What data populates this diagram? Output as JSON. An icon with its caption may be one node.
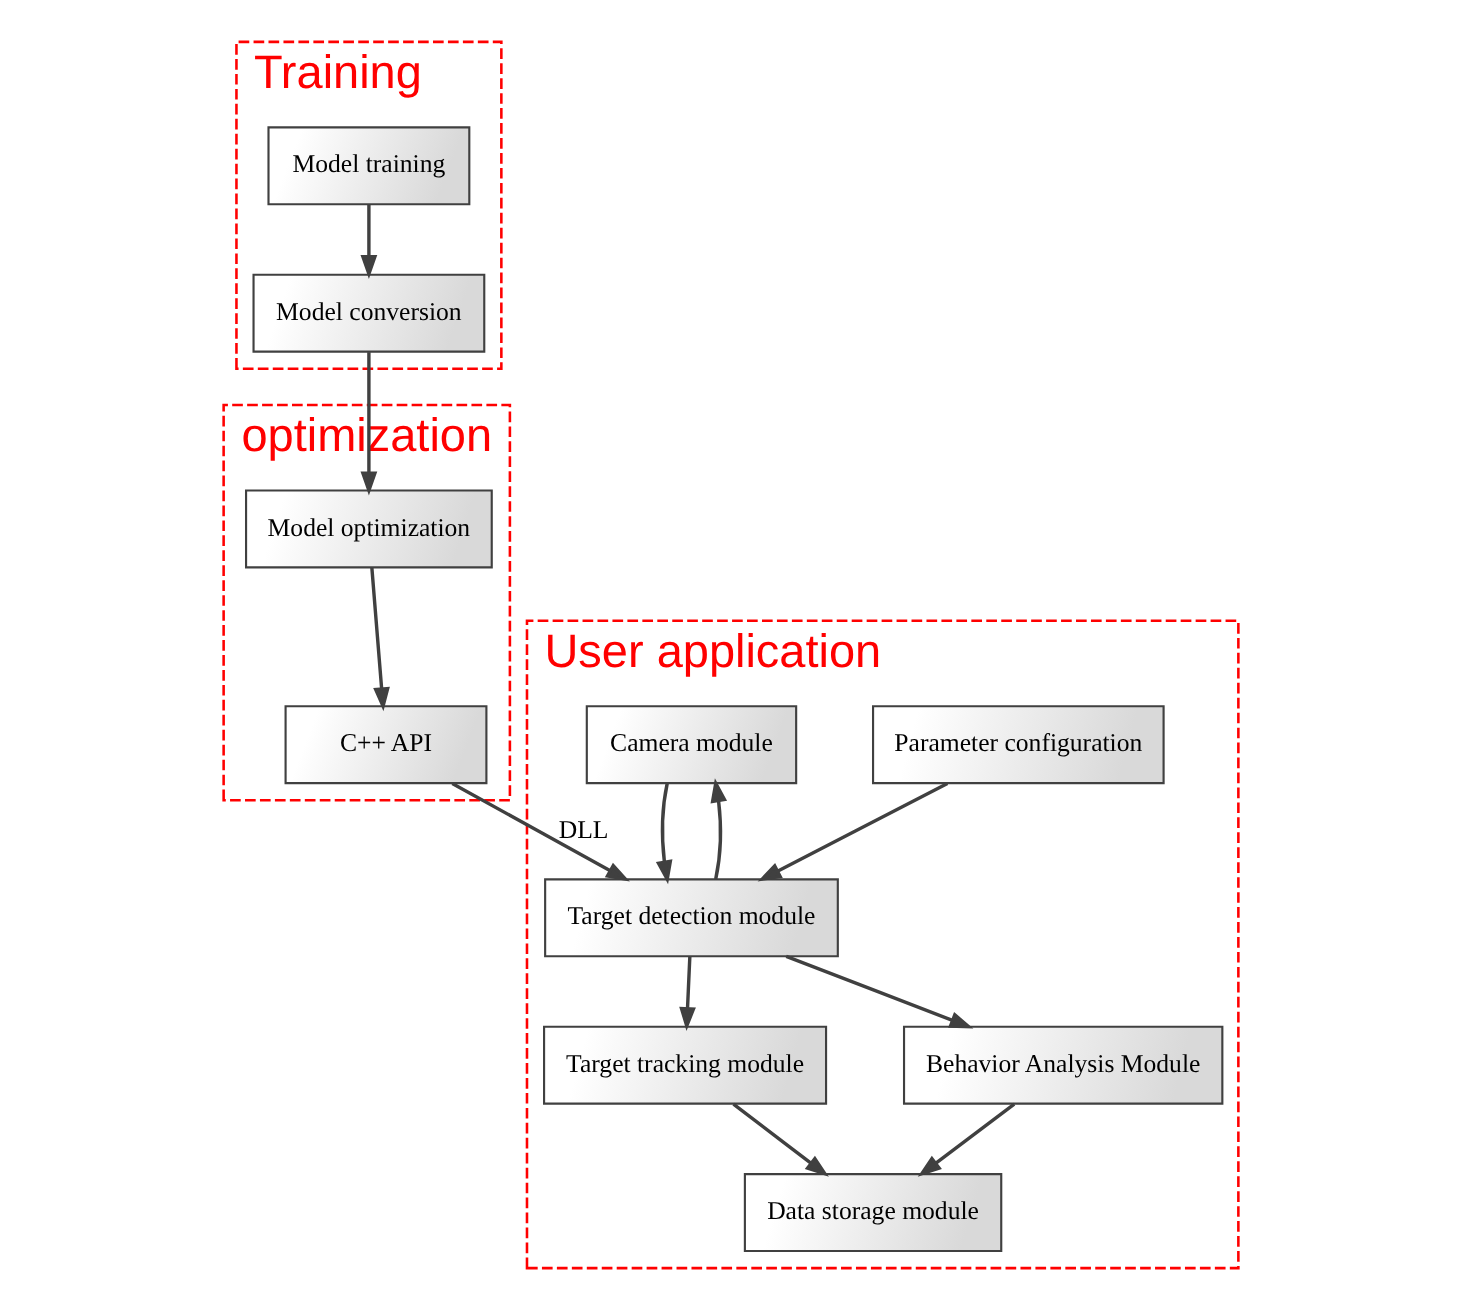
{
  "diagram": {
    "nodes": [
      {
        "text": [
          "Training"
        ]
      },
      {
        "text": [
          "Model training"
        ],
        "in": 0
      },
      {
        "text": [
          "Model conversion"
        ],
        "in": 0
      },
      {
        "text": [
          "optimization"
        ]
      },
      {
        "text": [
          "Model optimization"
        ],
        "in": 3
      },
      {
        "text": [
          "C++ API"
        ],
        "in": 3
      },
      {
        "text": [
          "User application"
        ]
      },
      {
        "text": [
          "Parameter configuration"
        ],
        "in": 6
      },
      {
        "text": [
          "Camera module"
        ],
        "in": 6
      },
      {
        "text": [
          "Target detection module"
        ],
        "in": 6
      },
      {
        "text": [
          "Target tracking module"
        ],
        "in": 6
      },
      {
        "text": [
          "Behavior Analysis Module"
        ],
        "in": 6
      },
      {
        "text": [
          "Data storage module"
        ],
        "in": 6
      }
    ],
    "edges": [
      {
        "from": 1,
        "to": 2,
        "arrow": "to"
      },
      {
        "from": 2,
        "to": 4,
        "arrow": "to"
      },
      {
        "from": 4,
        "to": 5,
        "arrow": "to"
      },
      {
        "from": 5,
        "to": 9,
        "arrow": "to",
        "label": "DLL"
      },
      {
        "from": 7,
        "to": 9,
        "arrow": "to"
      },
      {
        "from": 8,
        "to": 9,
        "arrow": "to"
      },
      {
        "from": 9,
        "to": 8,
        "arrow": "to"
      },
      {
        "from": 9,
        "to": 10,
        "arrow": "to"
      },
      {
        "from": 9,
        "to": 11,
        "arrow": "to"
      },
      {
        "from": 10,
        "to": 12,
        "arrow": "to"
      },
      {
        "from": 11,
        "to": 12,
        "arrow": "to"
      }
    ]
  }
}
